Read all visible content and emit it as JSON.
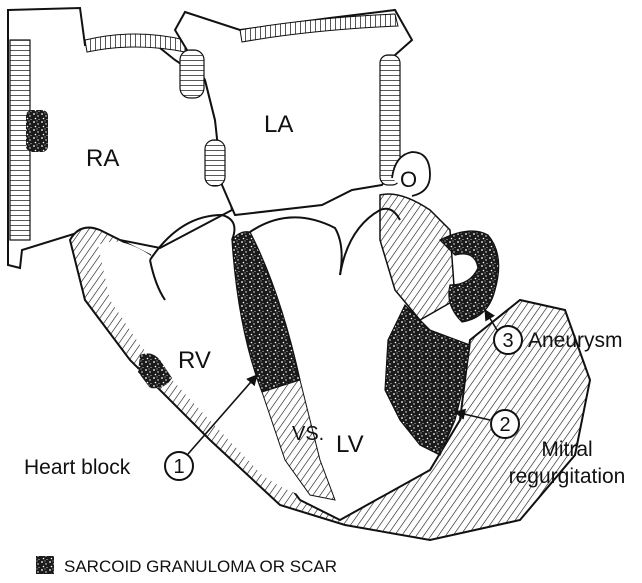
{
  "chambers": {
    "ra": "RA",
    "la": "LA",
    "rv": "RV",
    "lv": "LV",
    "vs": "VS.",
    "o": "O"
  },
  "callouts": [
    {
      "number": "1",
      "label": "Heart block"
    },
    {
      "number": "2",
      "label_line1": "Mitral",
      "label_line2": "regurgitation"
    },
    {
      "number": "3",
      "label": "Aneurysm"
    }
  ],
  "legend": {
    "label": "SARCOID GRANULOMA OR SCAR"
  }
}
